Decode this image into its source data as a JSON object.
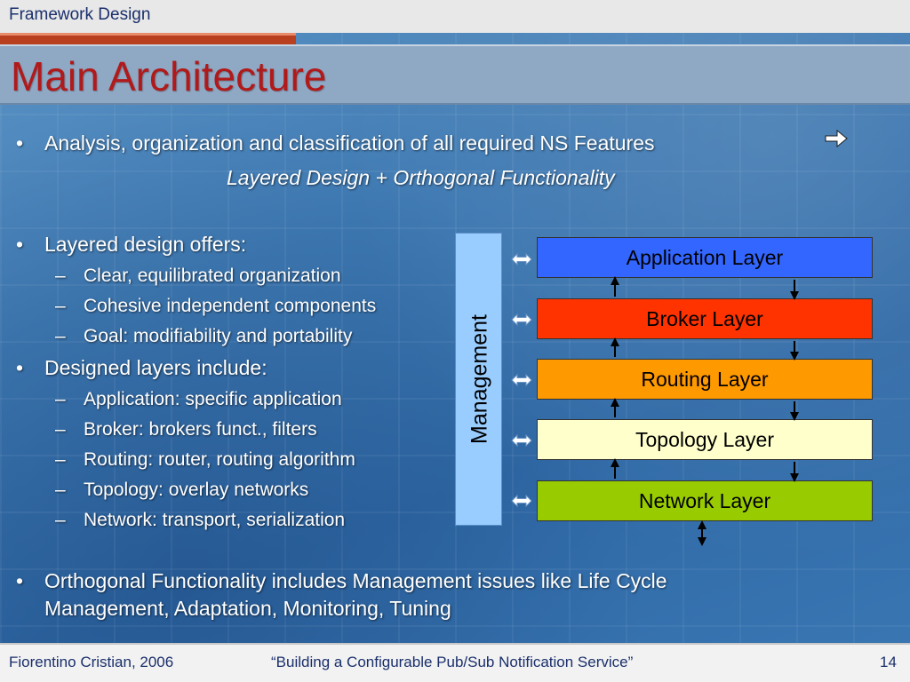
{
  "header": {
    "section_label": "Framework Design",
    "title": "Main Architecture"
  },
  "content": {
    "bullet_glyph": "•",
    "dash_glyph": "–",
    "analysis_text": "Analysis, organization and classification of all required NS Features",
    "analysis_result": "Layered Design + Orthogonal Functionality",
    "layered_heading": "Layered design offers:",
    "layered_items": [
      "Clear, equilibrated organization",
      "Cohesive independent components",
      "Goal: modifiability and portability"
    ],
    "designed_heading": "Designed layers include:",
    "designed_items": [
      "Application: specific application",
      "Broker: brokers funct., filters",
      "Routing: router, routing algorithm",
      "Topology: overlay networks",
      "Network: transport, serialization"
    ],
    "orthogonal_line1": "Orthogonal Functionality includes Management issues like Life Cycle",
    "orthogonal_line2": "Management, Adaptation, Monitoring, Tuning"
  },
  "diagram": {
    "management_label": "Management",
    "layers": [
      {
        "label": "Application  Layer",
        "color": "#3366ff"
      },
      {
        "label": "Broker Layer",
        "color": "#ff3300"
      },
      {
        "label": "Routing Layer",
        "color": "#ff9900"
      },
      {
        "label": "Topology Layer",
        "color": "#ffffcc"
      },
      {
        "label": "Network Layer",
        "color": "#99cc00"
      }
    ],
    "management_arrow_color": "#ffffff"
  },
  "footer": {
    "author": "Fiorentino Cristian, 2006",
    "talk_title": "“Building a Configurable Pub/Sub Notification Service”",
    "page_number": "14"
  }
}
